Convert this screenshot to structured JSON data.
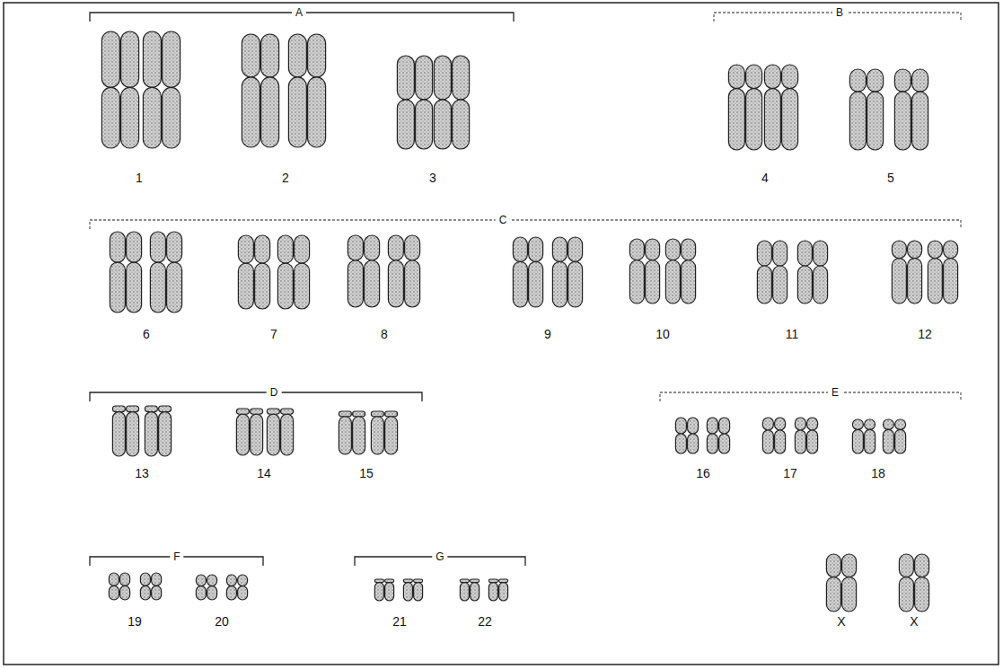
{
  "diagram": {
    "labels": [
      "A",
      "B",
      "1",
      "2",
      "3",
      "4",
      "5",
      "C",
      "6",
      "7",
      "8",
      "9",
      "10",
      "11",
      "12",
      "D",
      "E",
      "13",
      "14",
      "15",
      "16",
      "17",
      "18",
      "F",
      "G",
      "19",
      "20",
      "21",
      "22",
      "X",
      "X"
    ]
  }
}
